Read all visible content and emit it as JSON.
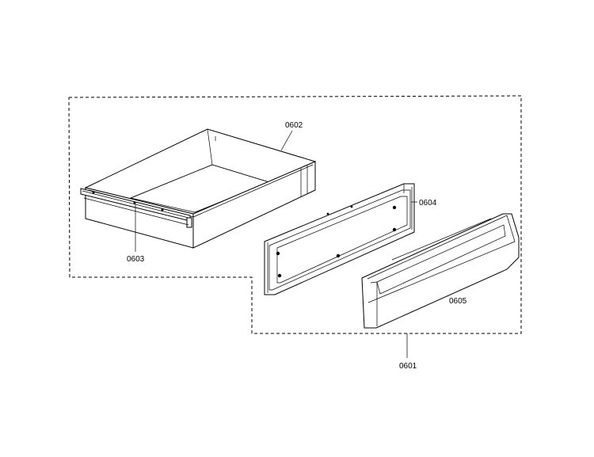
{
  "labels": {
    "assembly": "0601",
    "drawer_box": "0602",
    "slide_rail": "0603",
    "inner_panel": "0604",
    "front_panel": "0605"
  }
}
